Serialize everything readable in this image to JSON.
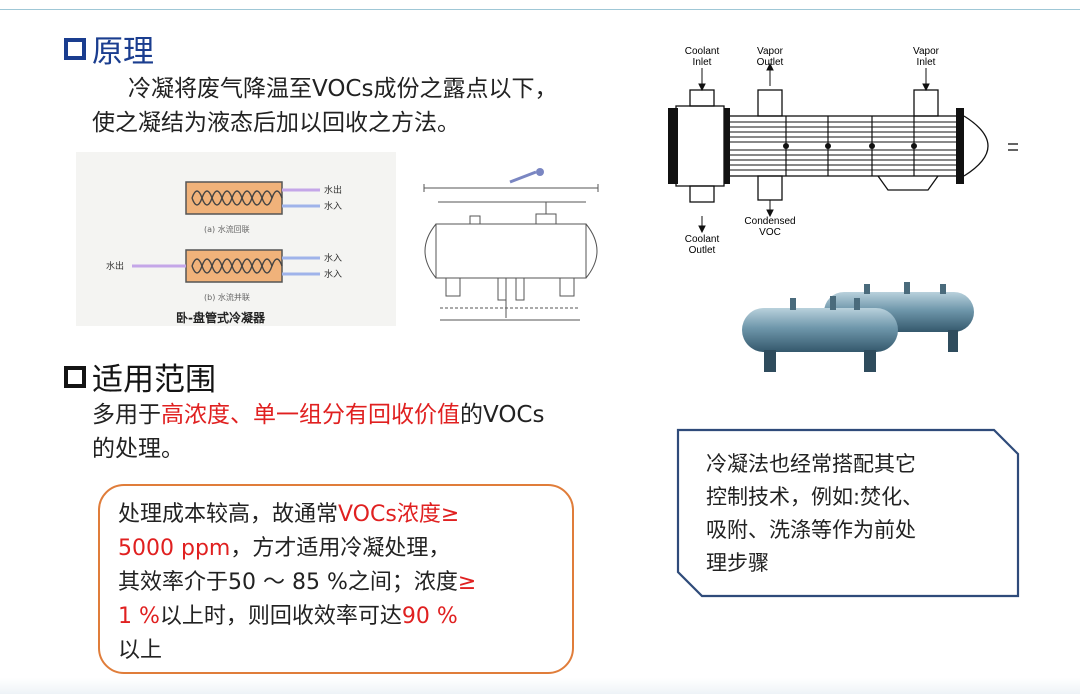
{
  "sections": {
    "principle": {
      "title": "原理",
      "body_line1": "冷凝将废气降温至VOCs成份之露点以下，",
      "body_line2": "使之凝结为液态后加以回收之方法。"
    },
    "scope": {
      "title": "适用范围",
      "line1_pre": "多用于",
      "line1_red": "高浓度、单一组分有回收价值",
      "line1_post": "的VOCs",
      "line2": "的处理。"
    }
  },
  "notice_box": {
    "l1_pre": "处理成本较高，故通常",
    "l1_red": "VOCs浓度≥",
    "l2_red": "5000 ppm",
    "l2_post": "，方才适用冷凝处理，",
    "l3_pre": "其效率介于50 ～ 85 %之间；浓度",
    "l3_red": "≥",
    "l4_red": "1 %",
    "l4_mid": "以上时，则回收效率可达",
    "l4_red2": "90 %",
    "l5": "以上"
  },
  "callout": {
    "lines": [
      "冷凝法也经常搭配其它",
      "控制技术，例如:焚化、",
      "吸附、洗涤等作为前处",
      "理步骤"
    ]
  },
  "sketch_labels": {
    "out_top": "水出",
    "in_top": "水入",
    "caption_a": "(a) 水流回联",
    "water_out_left": "水出",
    "in_b1": "水入",
    "in_b2": "水入",
    "caption_b": "(b) 水流并联",
    "figure_title": "卧-盘管式冷凝器"
  },
  "exchanger_labels": {
    "coolant_inlet": [
      "Coolant",
      "Inlet"
    ],
    "vapor_outlet": [
      "Vapor",
      "Outlet"
    ],
    "vapor_inlet": [
      "Vapor",
      "Inlet"
    ],
    "condensed_voc": [
      "Condensed",
      "VOC"
    ],
    "coolant_outlet": [
      "Coolant",
      "Outlet"
    ]
  }
}
